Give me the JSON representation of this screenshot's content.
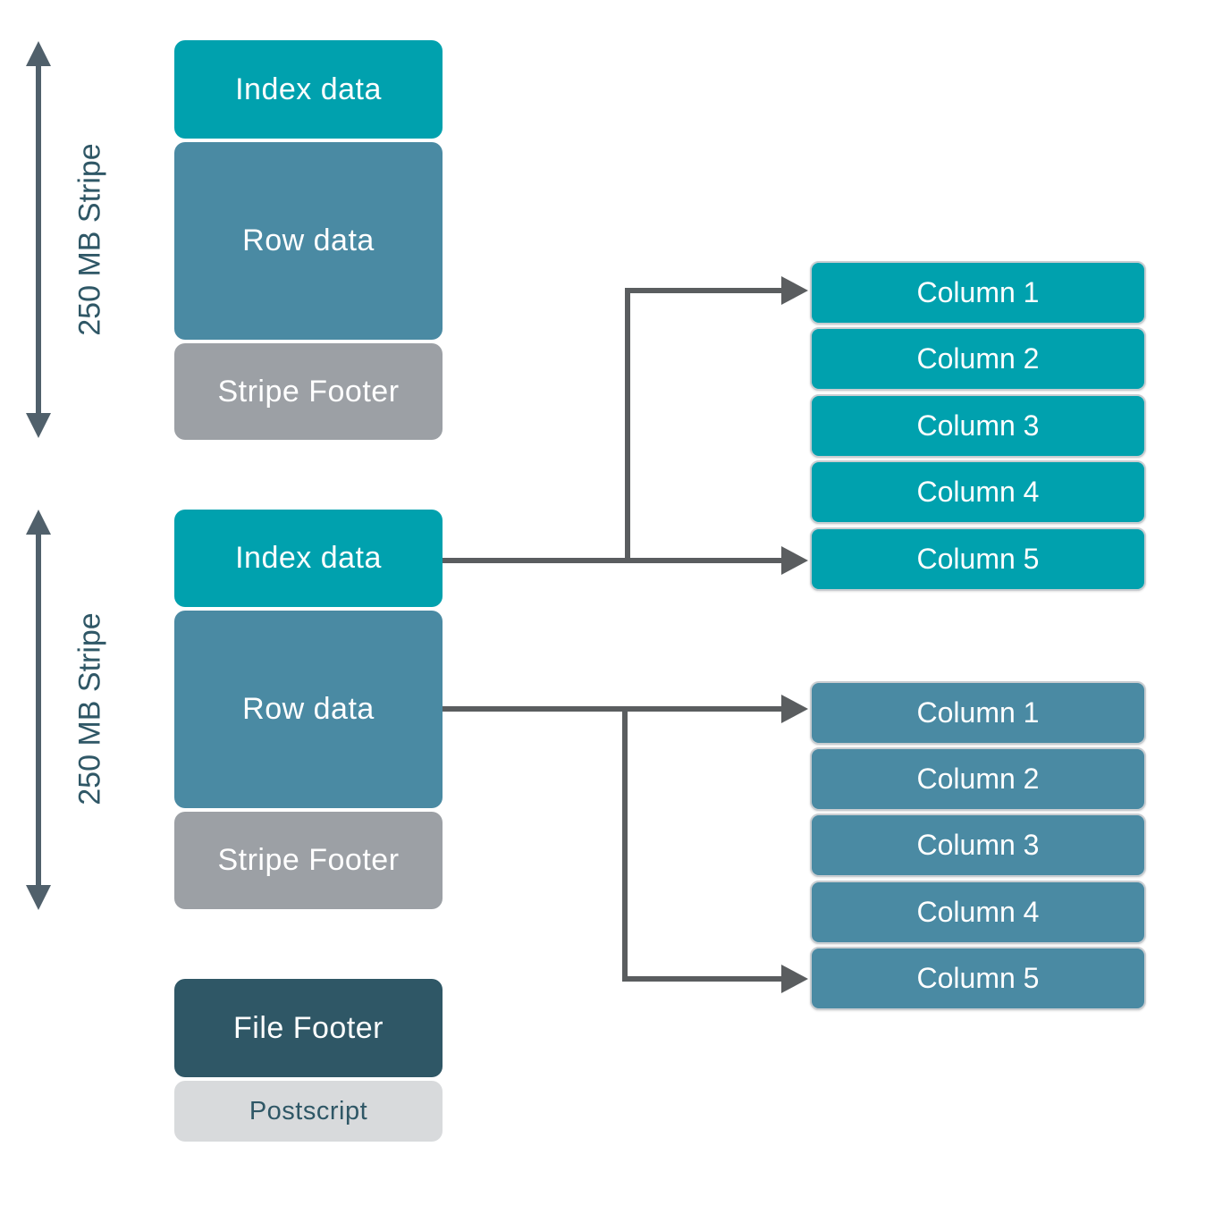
{
  "stripes": [
    {
      "label": "250 MB Stripe",
      "blocks": {
        "index": "Index data",
        "row": "Row data",
        "footer": "Stripe Footer"
      }
    },
    {
      "label": "250 MB Stripe",
      "blocks": {
        "index": "Index data",
        "row": "Row data",
        "footer": "Stripe Footer"
      }
    }
  ],
  "file_footer_label": "File Footer",
  "postscript_label": "Postscript",
  "column_groups": [
    {
      "linked_from": "index-data",
      "items": [
        "Column 1",
        "Column 2",
        "Column 3",
        "Column 4",
        "Column 5"
      ]
    },
    {
      "linked_from": "row-data",
      "items": [
        "Column 1",
        "Column 2",
        "Column 3",
        "Column 4",
        "Column 5"
      ]
    }
  ],
  "colors": {
    "teal": "#00A1AE",
    "steel_blue": "#4A8AA3",
    "stripe_footer_gray": "#9CA0A5",
    "file_footer_dark": "#2F5766",
    "postscript_light": "#D8DADC",
    "label_text": "#2F5766",
    "connector_gray": "#5A5D5F",
    "measure_arrow": "#50606B",
    "column_border": "#C9CDD1"
  }
}
